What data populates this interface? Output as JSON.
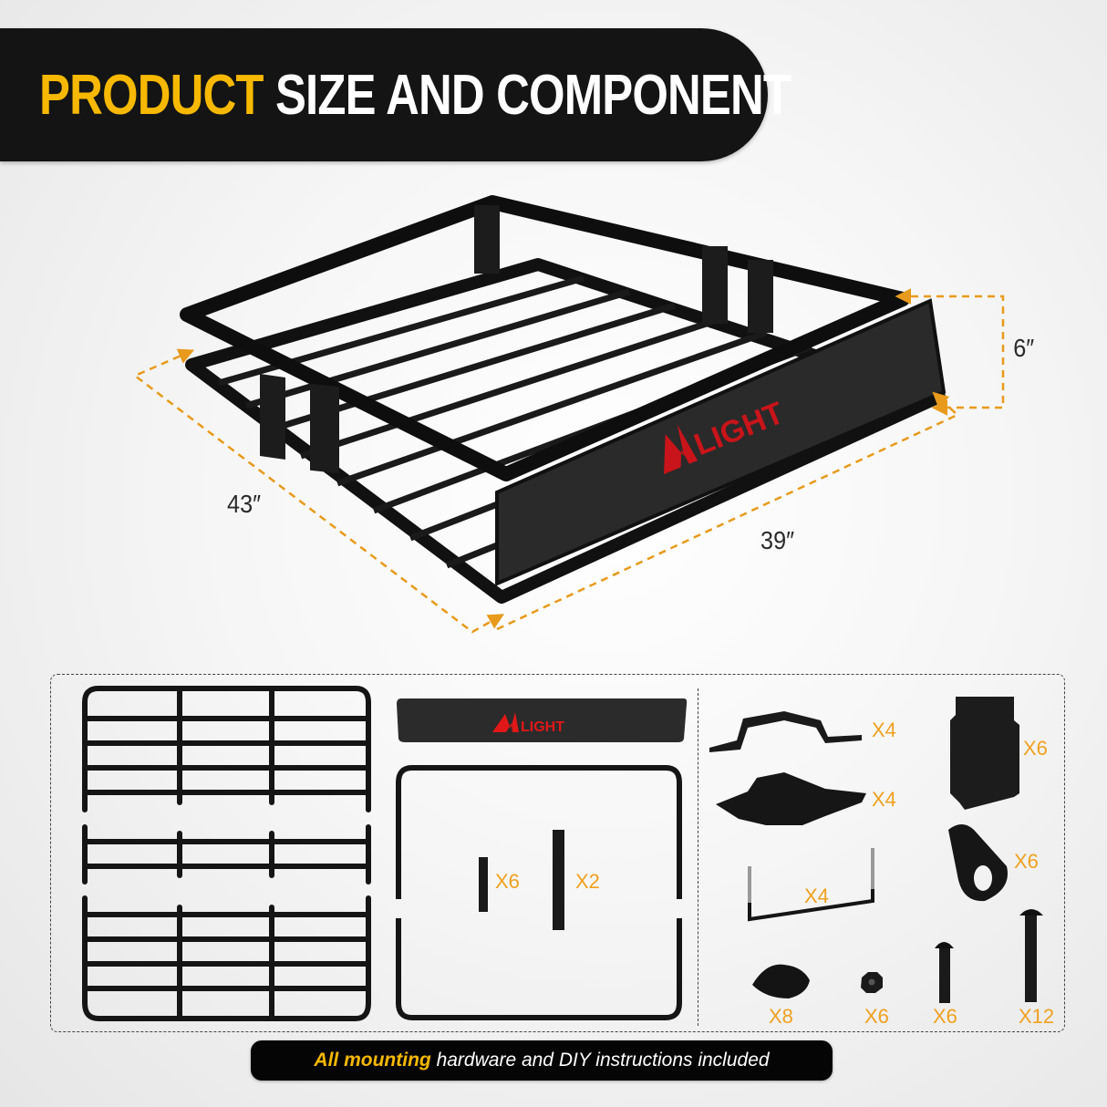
{
  "header": {
    "title_accent": "PRODUCT",
    "title_rest": " SIZE AND COMPONENT"
  },
  "brand": {
    "logo_text": "LIGHT",
    "logo_mark": "N",
    "logo_color": "#d01818"
  },
  "dimensions": {
    "length": "43″",
    "width": "39″",
    "height": "6″",
    "arrow_color": "#e89a1c"
  },
  "components": [
    {
      "name": "Front basket frame section",
      "qty": ""
    },
    {
      "name": "Middle basket frame section",
      "qty": ""
    },
    {
      "name": "Rear basket frame section",
      "qty": ""
    },
    {
      "name": "Wind fairing panel",
      "qty": ""
    },
    {
      "name": "Upper rail frame",
      "qty": ""
    },
    {
      "name": "Tube sleeve connector",
      "qty": "X6"
    },
    {
      "name": "Tube joint connector",
      "qty": "X2"
    },
    {
      "name": "Mounting bracket",
      "qty": "X4"
    },
    {
      "name": "Rubber base pad",
      "qty": "X4"
    },
    {
      "name": "U-bolt",
      "qty": "X4"
    },
    {
      "name": "Side riser plate",
      "qty": "X6"
    },
    {
      "name": "Tube clamp",
      "qty": "X6"
    },
    {
      "name": "Star knob",
      "qty": "X8"
    },
    {
      "name": "Hex nut",
      "qty": "X6"
    },
    {
      "name": "Short button-head bolt",
      "qty": "X6"
    },
    {
      "name": "Long button-head bolt",
      "qty": "X12"
    }
  ],
  "footer": {
    "accent": "All mounting",
    "rest": " hardware and DIY instructions included"
  },
  "colors": {
    "accent": "#f7b900",
    "qty": "#f0a020",
    "banner_bg": "#141414",
    "metal": "#111111"
  }
}
